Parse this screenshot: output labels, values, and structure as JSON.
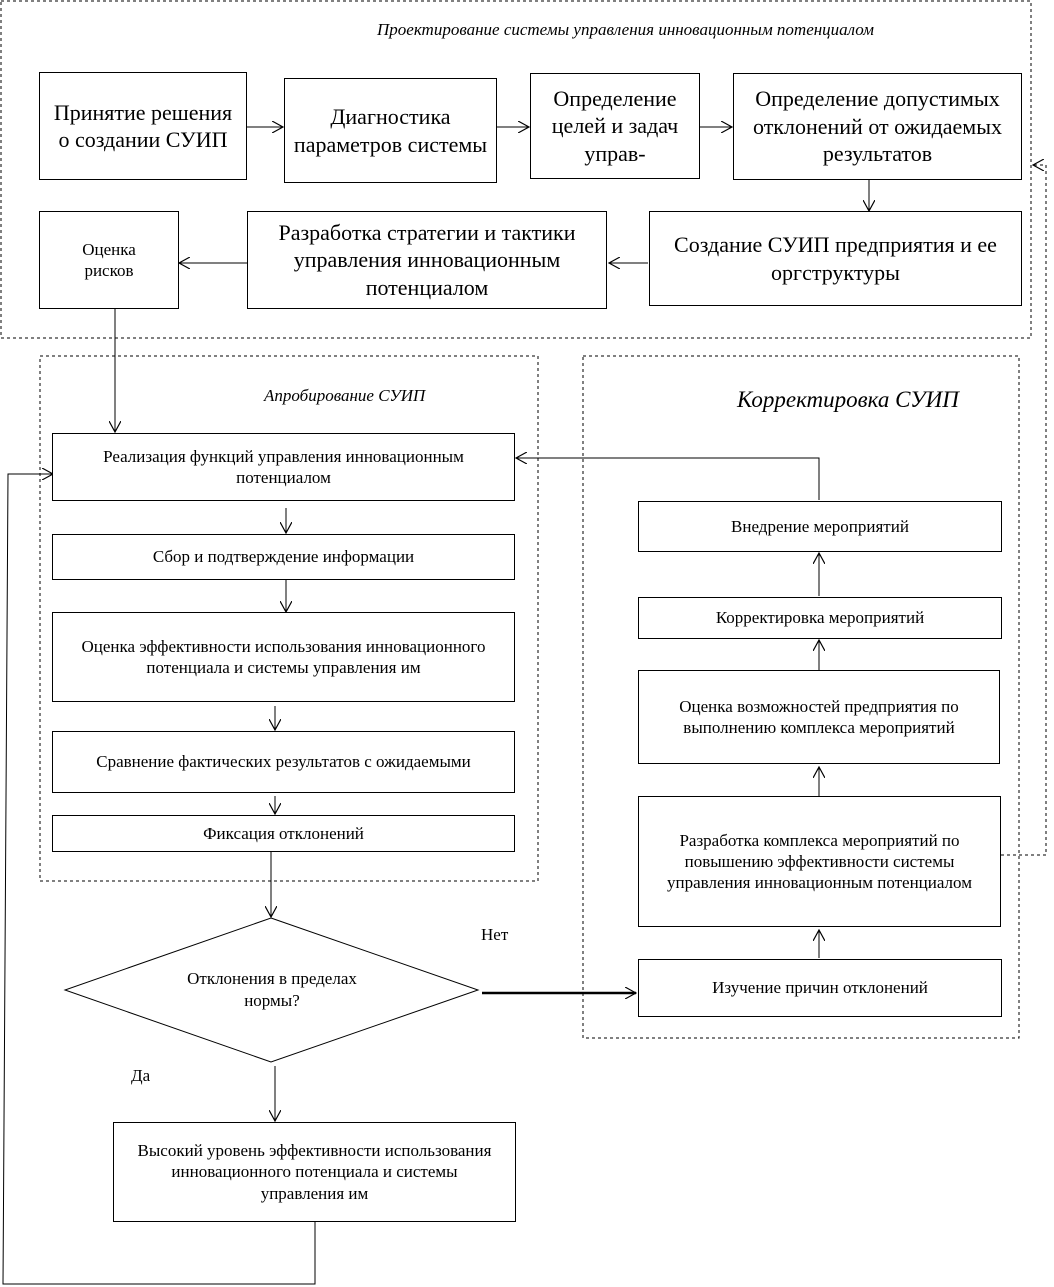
{
  "groups": {
    "design": "Проектирование системы управления инновационным потенциалом",
    "testing": "Апробирование СУИП",
    "correction": "Корректировка СУИП"
  },
  "design_steps": {
    "decision": "Принятие решения о создании СУИП",
    "diagnostics": "Диагностика параметров системы",
    "goals": "Определение целей и задач управ-",
    "deviations": "Определение допустимых отклонений от ожидаемых результатов",
    "creation": "Создание СУИП предприятия и ее оргструктуры",
    "strategy": "Разработка стратегии и тактики управления инновационным потенциалом",
    "risks": "Оценка рисков"
  },
  "testing_steps": {
    "implementation": "Реализация функций управления инновационным потенциалом",
    "collect": "Сбор и подтверждение информации",
    "evaluate": "Оценка эффективности использования инновационного потенциала и системы управления им",
    "compare": "Сравнение фактических результатов с ожидаемыми",
    "fixation": "Фиксация отклонений"
  },
  "correction_steps": {
    "deploy": "Внедрение мероприятий",
    "adjust": "Корректировка мероприятий",
    "capability": "Оценка возможностей предприятия по выполнению комплекса мероприятий",
    "develop": "Разработка комплекса мероприятий по повышению эффективности системы управления инновационным потенциалом",
    "study": "Изучение причин отклонений"
  },
  "decision": {
    "question": "Отклонения в пределах нормы?",
    "yes": "Да",
    "no": "Нет"
  },
  "result": "Высокий уровень эффективности использования инновационного потенциала и системы управления им"
}
